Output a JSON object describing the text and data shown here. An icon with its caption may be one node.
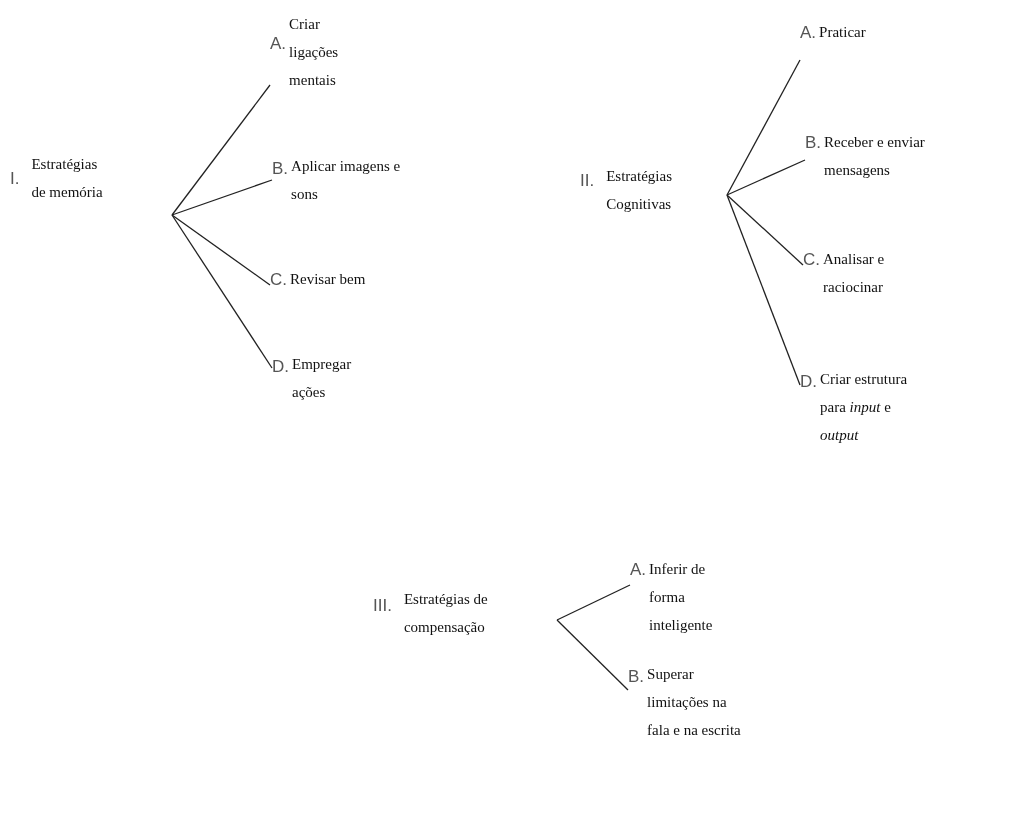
{
  "diagram": {
    "nodes": [
      {
        "text": [
          "I.",
          "Estratégias de memória"
        ]
      },
      {
        "text": [
          "A.",
          "Criar ligações mentais"
        ]
      },
      {
        "text": [
          "B.",
          "Aplicar imagens e sons"
        ]
      },
      {
        "text": [
          "C.",
          "Revisar bem"
        ]
      },
      {
        "text": [
          "D.",
          "Empregar ações"
        ]
      },
      {
        "text": [
          "II.",
          "Estratégias Cognitivas"
        ]
      },
      {
        "text": [
          "A.",
          "Praticar"
        ]
      },
      {
        "text": [
          "B.",
          "Receber e enviar mensagens"
        ]
      },
      {
        "text": [
          "C.",
          "Analisar e raciocinar"
        ]
      },
      {
        "text": [
          "D.",
          "Criar estrutura para *input* e *output*"
        ]
      },
      {
        "text": [
          "III.",
          "Estratégias de compensação"
        ]
      },
      {
        "text": [
          "A.",
          "Inferir de forma inteligente"
        ]
      },
      {
        "text": [
          "B.",
          "Superar limitações na fala e na escrita"
        ]
      }
    ],
    "edges": [
      {
        "from": 0,
        "to": 1,
        "arrow": "none"
      },
      {
        "from": 0,
        "to": 2,
        "arrow": "none"
      },
      {
        "from": 0,
        "to": 3,
        "arrow": "none"
      },
      {
        "from": 0,
        "to": 4,
        "arrow": "none"
      },
      {
        "from": 5,
        "to": 6,
        "arrow": "none"
      },
      {
        "from": 5,
        "to": 7,
        "arrow": "none"
      },
      {
        "from": 5,
        "to": 8,
        "arrow": "none"
      },
      {
        "from": 5,
        "to": 9,
        "arrow": "none"
      },
      {
        "from": 10,
        "to": 11,
        "arrow": "none"
      },
      {
        "from": 10,
        "to": 12,
        "arrow": "none"
      }
    ]
  }
}
